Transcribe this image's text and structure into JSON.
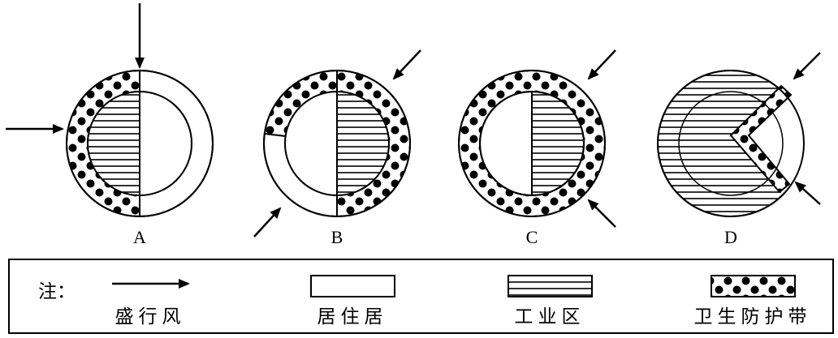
{
  "diagrams": [
    {
      "label": "A"
    },
    {
      "label": "B"
    },
    {
      "label": "C"
    },
    {
      "label": "D"
    }
  ],
  "legend": {
    "note": "注：",
    "items": [
      {
        "key": "wind",
        "label": "盛行风"
      },
      {
        "key": "residential",
        "label": "居住居"
      },
      {
        "key": "industrial",
        "label": "工业区"
      },
      {
        "key": "buffer",
        "label": "卫生防护带"
      }
    ]
  }
}
